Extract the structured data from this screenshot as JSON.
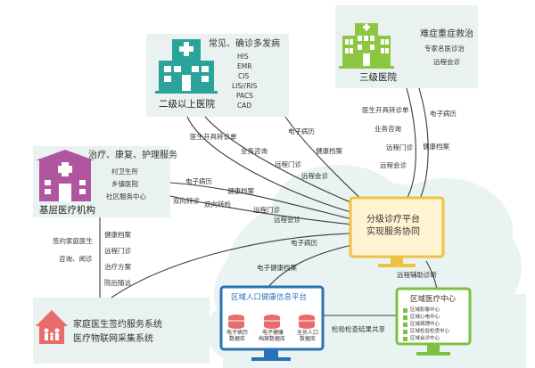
{
  "hospital_2": {
    "services": "常见、确诊多发病",
    "title": "二级以上医院",
    "systems": [
      "HIS",
      "EMR",
      "CIS",
      "LIS//RIS",
      "PACS",
      "CAD"
    ]
  },
  "hospital_3": {
    "title": "三级医院",
    "services": [
      "难症重症救治",
      "专家名医诊治",
      "远程会诊"
    ]
  },
  "primary": {
    "services": "治疗、康复、护理服务",
    "items": [
      "村卫生所",
      "乡镇医院",
      "社区服务中心"
    ],
    "title": "基层医疗机构"
  },
  "family": {
    "line1": "家庭医生签约服务系统",
    "line2": "医疗物联网采集系统"
  },
  "platform": {
    "line1": "分级诊疗平台",
    "line2": "实现服务协同"
  },
  "population": {
    "title": "区域人口健康信息平台",
    "db1": [
      "电子病历",
      "数据库"
    ],
    "db2": [
      "电子健康",
      "档案数据库"
    ],
    "db3": [
      "全员人口",
      "数据库"
    ]
  },
  "regional": {
    "title": "区域医疗中心",
    "items": [
      "区域影像中心",
      "区域心电中心",
      "区域病理中心",
      "区域检验检查中心",
      "区域会诊中心"
    ]
  },
  "labels": {
    "h2_a": "医生开具转诊单",
    "h2_b": "业务咨询",
    "h2_c": "电子病历",
    "h2_d": "健康档案",
    "h2_e": "远程门诊",
    "h2_f": "远程会诊",
    "h3_a": "医生开具转诊单",
    "h3_b": "电子病历",
    "h3_c": "业务咨询",
    "h3_d": "健康档案",
    "h3_e": "远程门诊",
    "h3_f": "远程会诊",
    "p_a": "电子病历",
    "p_b": "健康档案",
    "p_c": "双向转诊",
    "p_d": "双向转检",
    "p_e": "远程门诊",
    "p_f": "远程会诊",
    "f_left1": "签约家庭医生",
    "f_left2": "咨询、阅诊",
    "f_r1": "健康档案",
    "f_r2": "远程门诊",
    "f_r3": "治疗方案",
    "f_r4": "院后随访",
    "c_a": "电子病历",
    "c_b": "电子健康档案",
    "c_c": "远程辅助诊断",
    "c_d": "检验检查结果共享"
  },
  "colors": {
    "hospital": "#2aa39a",
    "tertiary": "#8dc63f",
    "primary": "#b0559f",
    "family": "#e96b6b",
    "platform_border": "#f0c040",
    "platform_fill": "#fff4d2",
    "population": "#2a72b8",
    "regional": "#7cc242",
    "cloud": "#e8f3f2",
    "box": "#e9f2f1"
  }
}
